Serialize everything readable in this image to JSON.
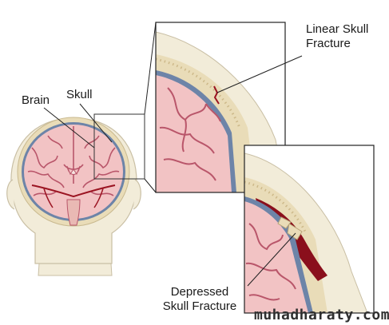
{
  "labels": {
    "brain": "Brain",
    "skull": "Skull",
    "linear_line1": "Linear Skull",
    "linear_line2": "Fracture",
    "depressed_line1": "Depressed",
    "depressed_line2": "Skull Fracture"
  },
  "watermark": "muhadharaty.com",
  "colors": {
    "skin": "#f2ecd9",
    "skin_outline": "#c9bfa4",
    "bone": "#e9dcb8",
    "bone_dots": "#cdb98a",
    "dura": "#6d84a8",
    "brain": "#f2c3c4",
    "brain_gyri": "#b9566a",
    "blood": "#8a0f1c",
    "vessel": "#9b1422"
  }
}
